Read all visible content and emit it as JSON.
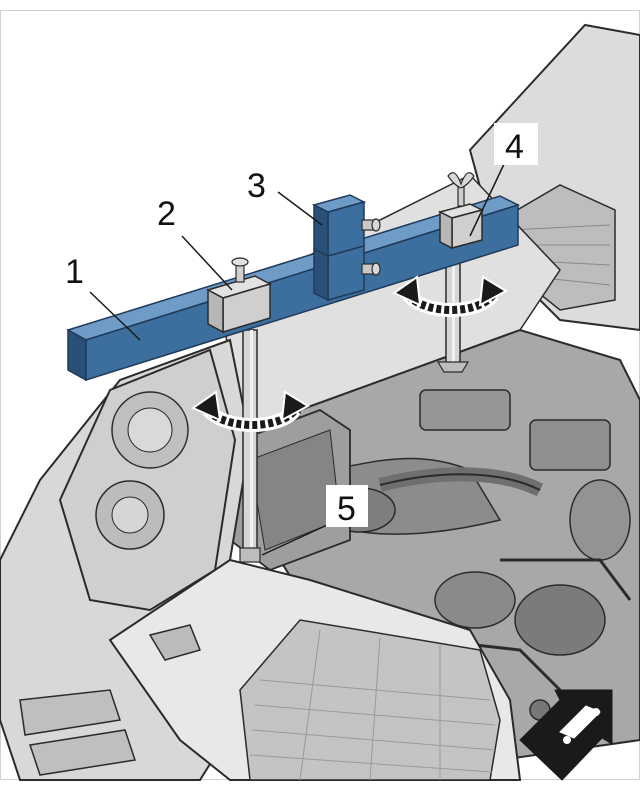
{
  "figure": {
    "callouts": [
      {
        "id": "1",
        "text": "1",
        "part": "crossbar"
      },
      {
        "id": "2",
        "text": "2",
        "part": "left-clamp"
      },
      {
        "id": "3",
        "text": "3",
        "part": "center-adjuster"
      },
      {
        "id": "4",
        "text": "4",
        "part": "right-clamp"
      },
      {
        "id": "5",
        "text": "5",
        "part": "left-support-rod"
      }
    ],
    "icons": [
      "rotation-arrow-icon",
      "rotation-arrow-icon",
      "vehicle-direction-arrow-icon"
    ],
    "colors": {
      "crossbar_fill": "#3d6f9e",
      "crossbar_dark": "#2a5079",
      "metal": "#cfcfcf",
      "outline": "#2b2b2b",
      "hood_fill": "#e6e6e6",
      "engine_fill": "#9a9a9a",
      "arrow_fill": "#1a1a1a",
      "label_bg": "#ffffff"
    }
  }
}
